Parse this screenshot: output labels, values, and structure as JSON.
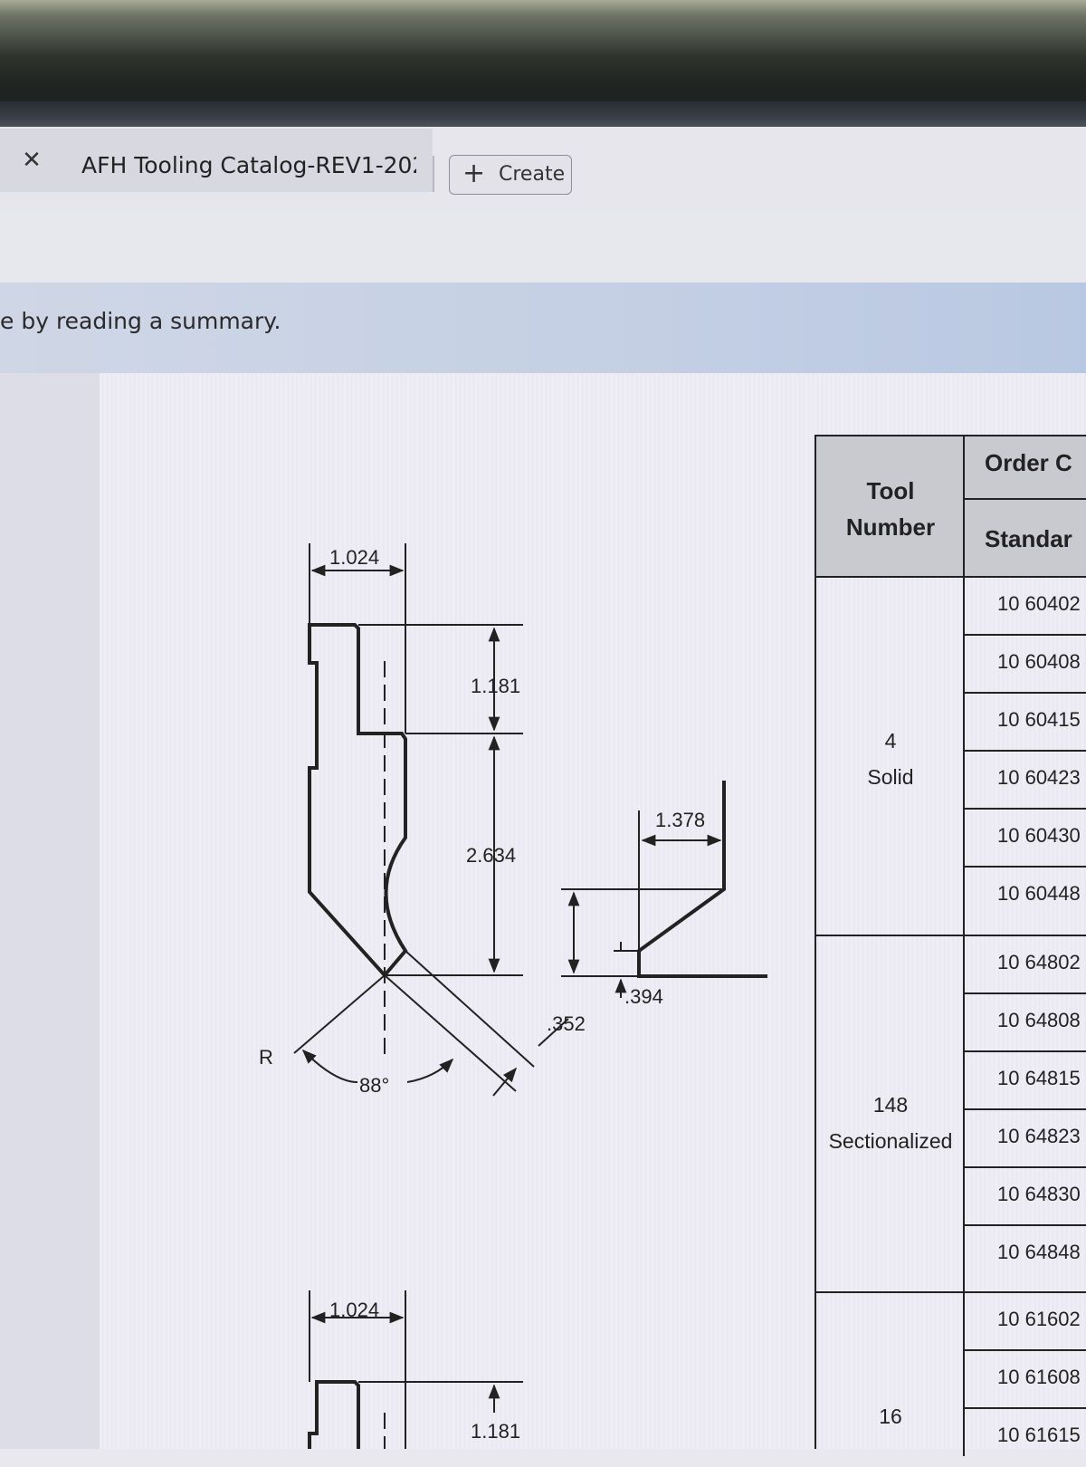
{
  "tab": {
    "close_glyph": "✕",
    "title": "AFH Tooling Catalog-REV1-2022..."
  },
  "create_button": {
    "plus_glyph": "+",
    "label": "Create"
  },
  "banner": {
    "text": "e by reading a summary."
  },
  "drawing_top": {
    "width_dim": "1.024",
    "upper_height_dim": "1.181",
    "lower_height_dim": "2.634",
    "angle_label": "88°",
    "radius_label": "R",
    "tip_dim": ".352",
    "offset_width_dim": "1.378",
    "offset_height_dim": ".394"
  },
  "drawing_bottom": {
    "width_dim": "1.024",
    "upper_height_dim": "1.181"
  },
  "table": {
    "header_tool_line1": "Tool",
    "header_tool_line2": "Number",
    "header_order": "Order C",
    "header_standard": "Standar",
    "groups": [
      {
        "number": "4",
        "type": "Solid",
        "codes": [
          "10 60402",
          "10 60408",
          "10 60415",
          "10 60423",
          "10 60430",
          "10 60448"
        ]
      },
      {
        "number": "148",
        "type": "Sectionalized",
        "codes": [
          "10 64802",
          "10 64808",
          "10 64815",
          "10 64823",
          "10 64830",
          "10 64848"
        ]
      },
      {
        "number": "16",
        "type": "",
        "codes": [
          "10 61602",
          "10 61608",
          "10 61615"
        ]
      }
    ]
  }
}
